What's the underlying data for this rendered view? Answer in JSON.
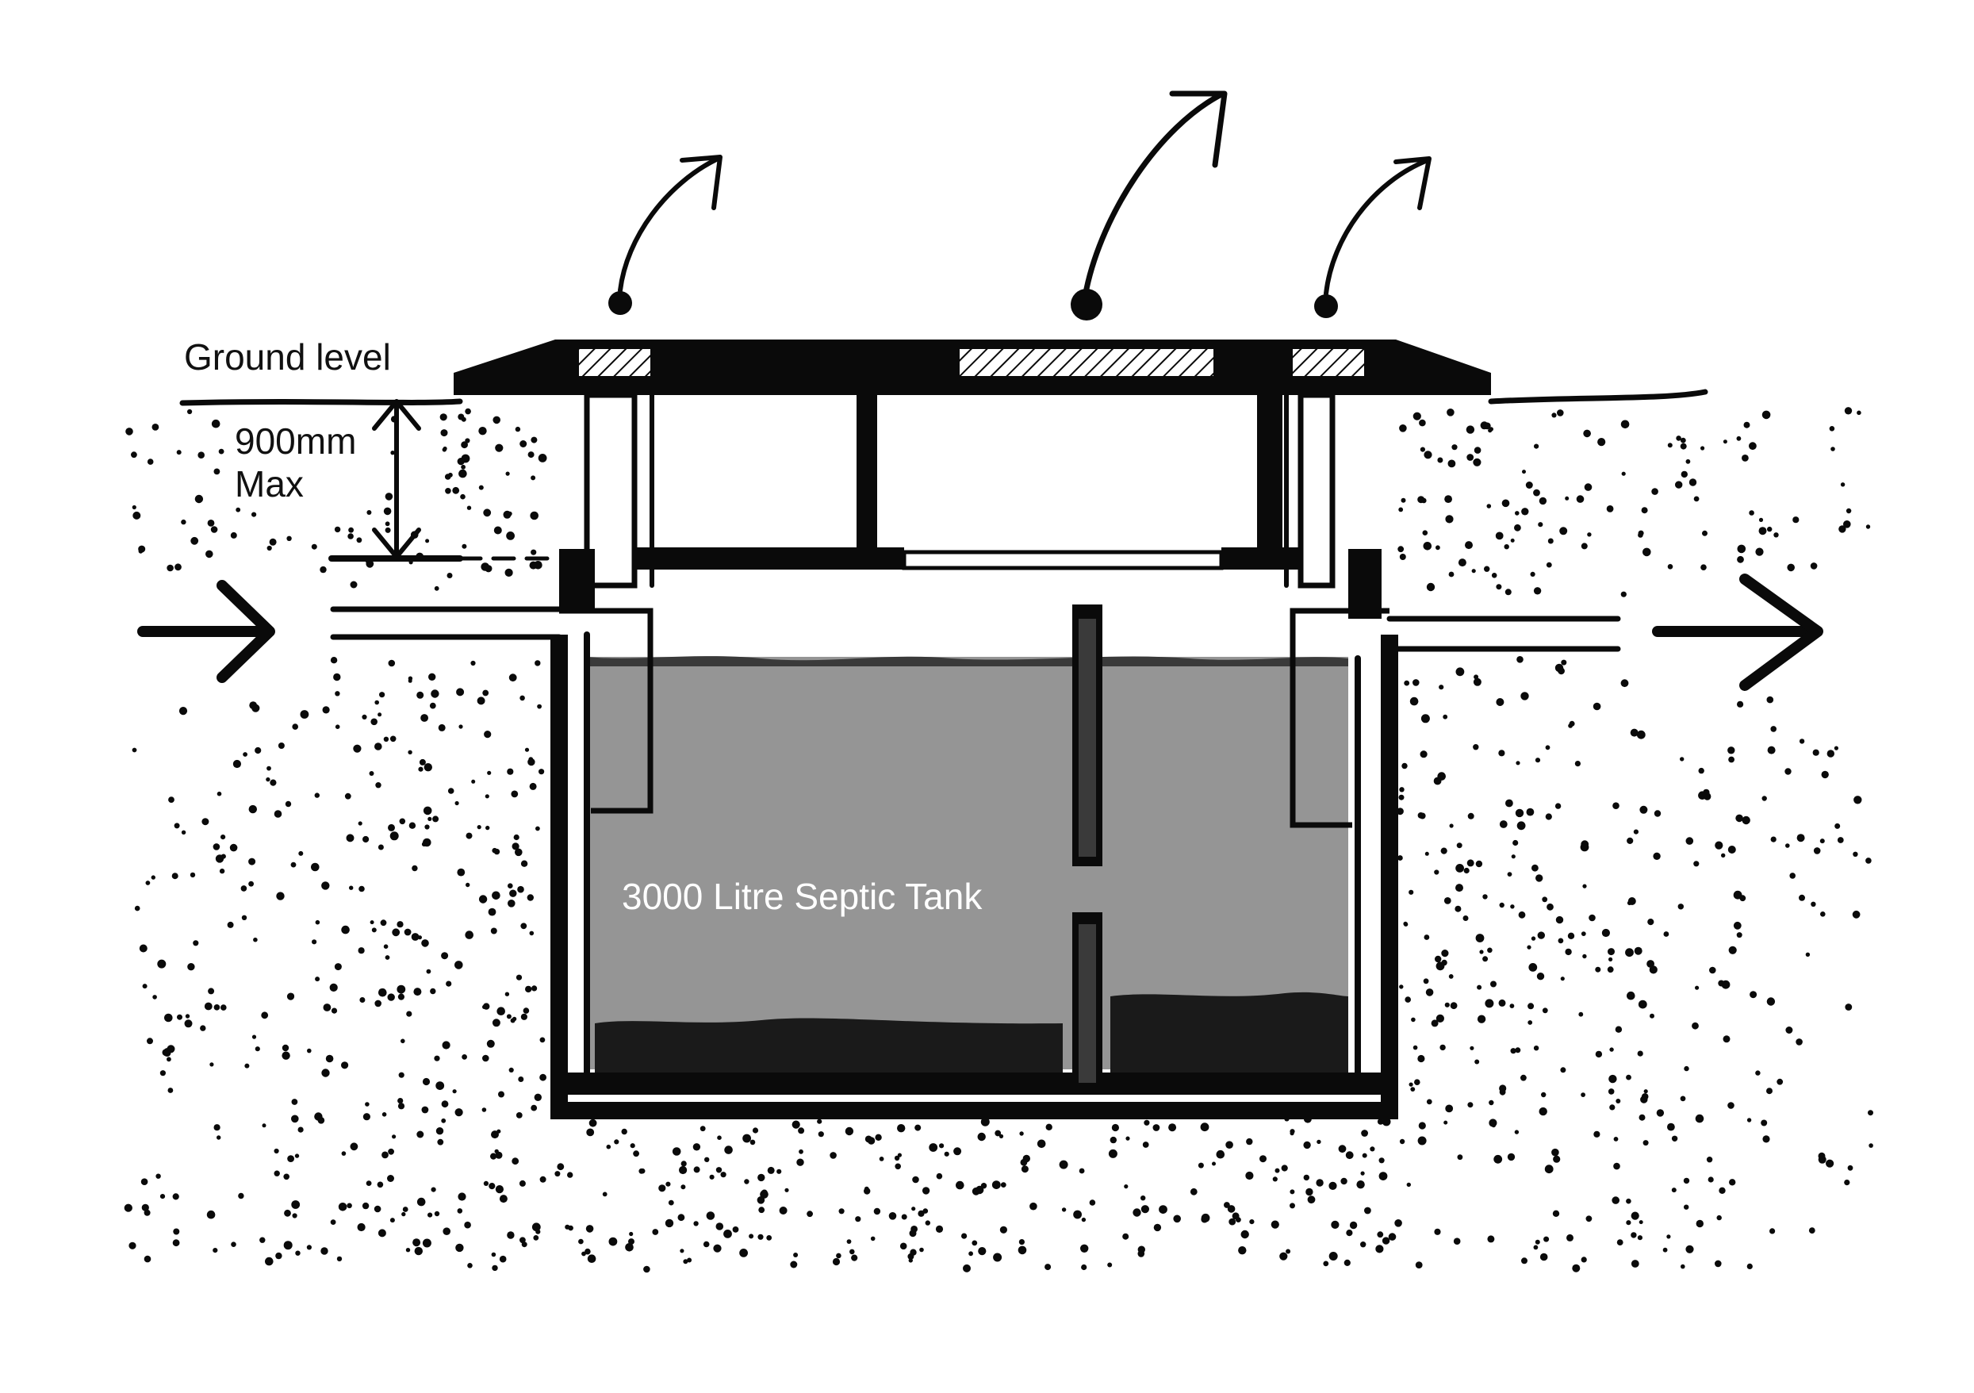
{
  "diagram": {
    "labels": {
      "ground_level": "Ground level",
      "depth_value": "900mm",
      "depth_qualifier": "Max",
      "tank": "3000 Litre Septic Tank"
    },
    "colors": {
      "ink": "#0a0a0a",
      "liquid": "#959595",
      "tank_label": "#ffffff",
      "background": "#ffffff"
    },
    "icons": [
      "inlet-arrow-icon",
      "outlet-arrow-icon",
      "lid-lift-arrow-icon"
    ]
  }
}
